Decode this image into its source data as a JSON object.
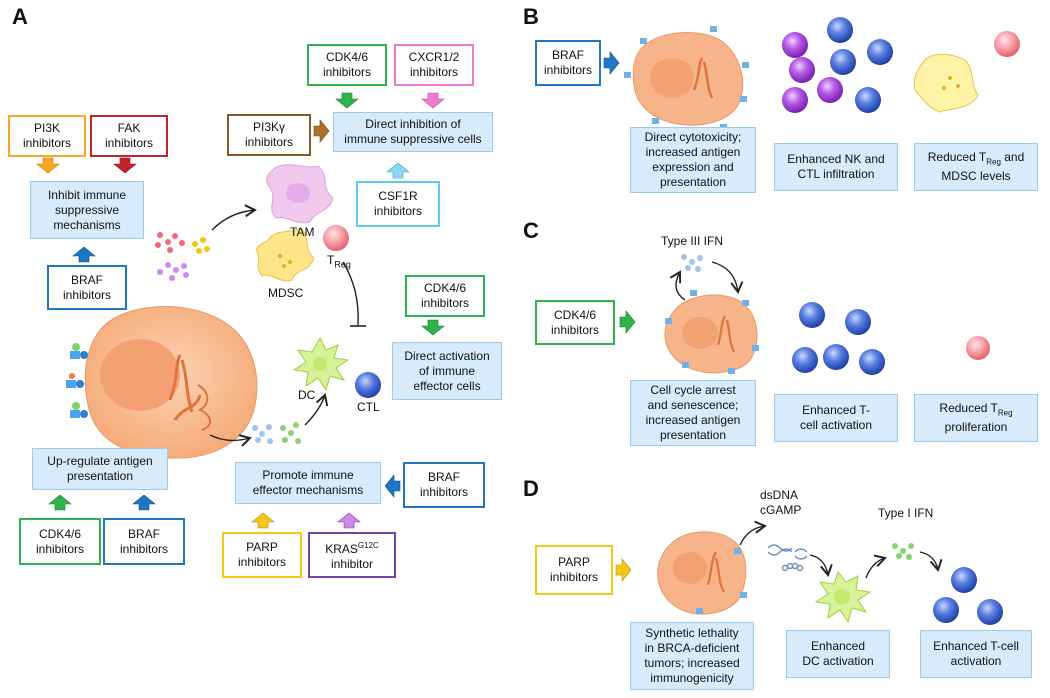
{
  "colors": {
    "orange": "#f5a623",
    "red": "#c4232d",
    "green": "#2fb34a",
    "blue": "#1f76c2",
    "pink": "#f07ad0",
    "cyan": "#5cc8ea",
    "brown": "#8b5a2b",
    "yellow": "#f5c518",
    "purple": "#7b3fa8",
    "light_blue_box": "#d7ebfa",
    "tumor": "#f7b48a"
  },
  "panels": {
    "a": "A",
    "b": "B",
    "c": "C",
    "d": "D"
  },
  "a": {
    "pi3k": "PI3K\ninhibitors",
    "fak": "FAK\ninhibitors",
    "inhibit": "Inhibit immune\nsuppressive\nmechanisms",
    "braf_top": "BRAF\ninhibitors",
    "pi3kg": "PI3Kγ\ninhibitors",
    "cdk46_top": "CDK4/6\ninhibitors",
    "cxcr": "CXCR1/2\ninhibitors",
    "direct_inhib": "Direct inhibition of\nimmune suppressive cells",
    "csf1r": "CSF1R\ninhibitors",
    "tam": "TAM",
    "treg_main": "T",
    "treg_sub": "Reg",
    "mdsc": "MDSC",
    "cdk46_mid": "CDK4/6\ninhibitors",
    "direct_act": "Direct activation\nof immune\neffector cells",
    "dc": "DC",
    "ctl": "CTL",
    "upreg": "Up-regulate antigen\npresentation",
    "cdk46_bot": "CDK4/6\ninhibitors",
    "braf_bot": "BRAF\ninhibitors",
    "promote": "Promote immune\neffector mechanisms",
    "braf_right": "BRAF\ninhibitors",
    "parp": "PARP\ninhibitors",
    "kras_main": "KRAS",
    "kras_sup": "G12C",
    "kras_line2": "inhibitor"
  },
  "b": {
    "braf": "BRAF\ninhibitors",
    "box1": "Direct cytotoxicity;\nincreased antigen\nexpression and\npresentation",
    "box2": "Enhanced NK and\nCTL infiltration",
    "box3_pre": "Reduced T",
    "box3_sub": "Reg",
    "box3_post": " and",
    "box3_line2": "MDSC levels"
  },
  "c": {
    "ifn": "Type III IFN",
    "cdk46": "CDK4/6\ninhibitors",
    "box1": "Cell cycle arrest\nand senescence;\nincreased antigen\npresentation",
    "box2": "Enhanced T-\ncell activation",
    "box3_pre": "Reduced T",
    "box3_sub": "Reg",
    "box3_line2": "proliferation"
  },
  "d": {
    "parp": "PARP\ninhibitors",
    "dsdna": "dsDNA",
    "cgamp": "cGAMP",
    "ifn": "Type I IFN",
    "box1": "Synthetic lethality\nin BRCA-deficient\ntumors; increased\nimmunogenicity",
    "box2": "Enhanced\nDC activation",
    "box3": "Enhanced T-cell\nactivation"
  }
}
